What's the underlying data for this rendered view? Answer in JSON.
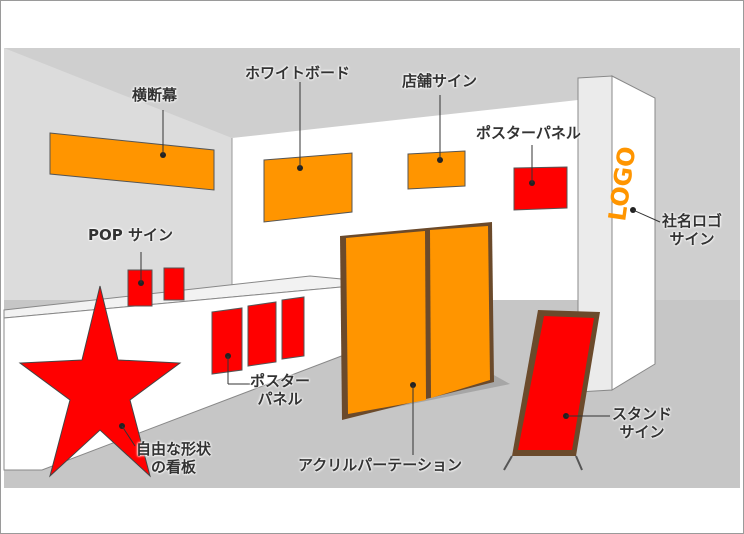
{
  "labels": {
    "banner": "横断幕",
    "whiteboard": "ホワイトボード",
    "store_sign": "店舗サイン",
    "poster_panel_wall": "ポスターパネル",
    "company_logo_line1": "社名ロゴ",
    "company_logo_line2": "サイン",
    "pop_sign": "POP サイン",
    "poster_panel_counter_line1": "ポスター",
    "poster_panel_counter_line2": "パネル",
    "free_shape_line1": "自由な形状",
    "free_shape_line2": "の看板",
    "acrylic_partition": "アクリルパーテーション",
    "stand_sign_line1": "スタンド",
    "stand_sign_line2": "サイン"
  },
  "logo_text": "LOGO",
  "colors": {
    "sign_orange": "#ff9500",
    "sign_red": "#ff0000",
    "outline": "#555555",
    "partition_brown": "#6b4a2b",
    "label_text": "#333333",
    "logo_text": "#ff9500"
  }
}
